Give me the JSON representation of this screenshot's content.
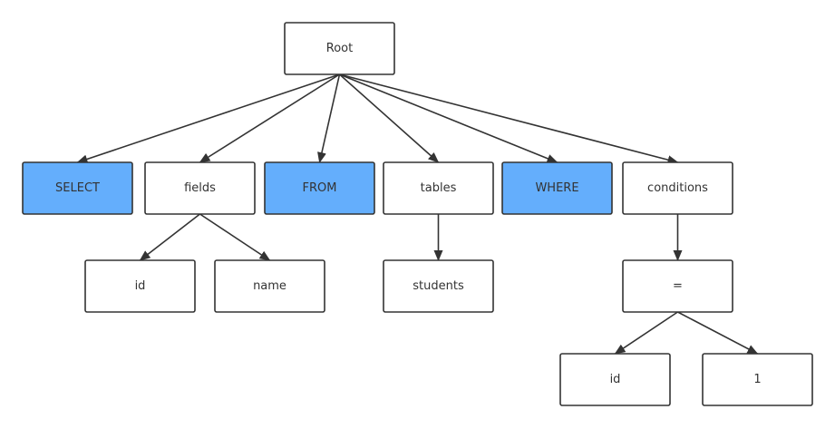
{
  "diagram": {
    "colors": {
      "keyword_fill": "#64aefc",
      "node_fill": "#ffffff",
      "stroke": "#333333",
      "text": "#333333"
    },
    "nodes": [
      {
        "id": "root",
        "label": "Root",
        "keyword": false
      },
      {
        "id": "select",
        "label": "SELECT",
        "keyword": true
      },
      {
        "id": "fields",
        "label": "fields",
        "keyword": false
      },
      {
        "id": "from",
        "label": "FROM",
        "keyword": true
      },
      {
        "id": "tables",
        "label": "tables",
        "keyword": false
      },
      {
        "id": "where",
        "label": "WHERE",
        "keyword": true
      },
      {
        "id": "conditions",
        "label": "conditions",
        "keyword": false
      },
      {
        "id": "field-id",
        "label": "id",
        "keyword": false
      },
      {
        "id": "field-name",
        "label": "name",
        "keyword": false
      },
      {
        "id": "table-students",
        "label": "students",
        "keyword": false
      },
      {
        "id": "op-equals",
        "label": "=",
        "keyword": false
      },
      {
        "id": "cond-id",
        "label": "id",
        "keyword": false
      },
      {
        "id": "cond-value",
        "label": "1",
        "keyword": false
      }
    ],
    "edges": [
      {
        "from": "root",
        "to": "select"
      },
      {
        "from": "root",
        "to": "fields"
      },
      {
        "from": "root",
        "to": "from"
      },
      {
        "from": "root",
        "to": "tables"
      },
      {
        "from": "root",
        "to": "where"
      },
      {
        "from": "root",
        "to": "conditions"
      },
      {
        "from": "fields",
        "to": "field-id"
      },
      {
        "from": "fields",
        "to": "field-name"
      },
      {
        "from": "tables",
        "to": "table-students"
      },
      {
        "from": "conditions",
        "to": "op-equals"
      },
      {
        "from": "op-equals",
        "to": "cond-id"
      },
      {
        "from": "op-equals",
        "to": "cond-value"
      }
    ]
  }
}
